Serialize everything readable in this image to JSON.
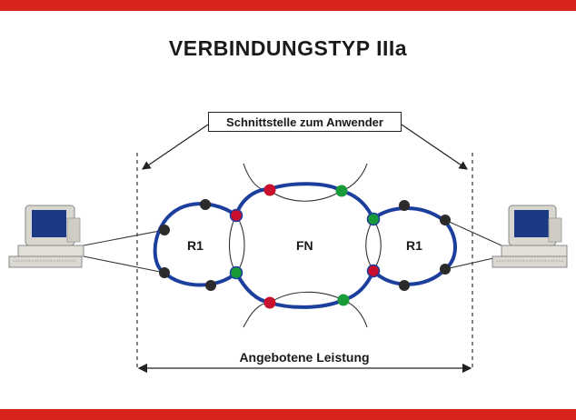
{
  "title": "VERBINDUNGSTYP IIIa",
  "interface_label": "Schnittstelle zum Anwender",
  "performance_label": "Angebotene Leistung",
  "region_left": "R1",
  "region_center": "FN",
  "region_right": "R1",
  "colors": {
    "frame_bar": "#d7231b",
    "ring": "#1c3e9c",
    "node_dark": "#2b2b2b",
    "node_red": "#c8102e",
    "node_green": "#1a9b3a",
    "screen": "#1b3a86"
  },
  "icons": [
    "computer-left-icon",
    "computer-right-icon"
  ]
}
